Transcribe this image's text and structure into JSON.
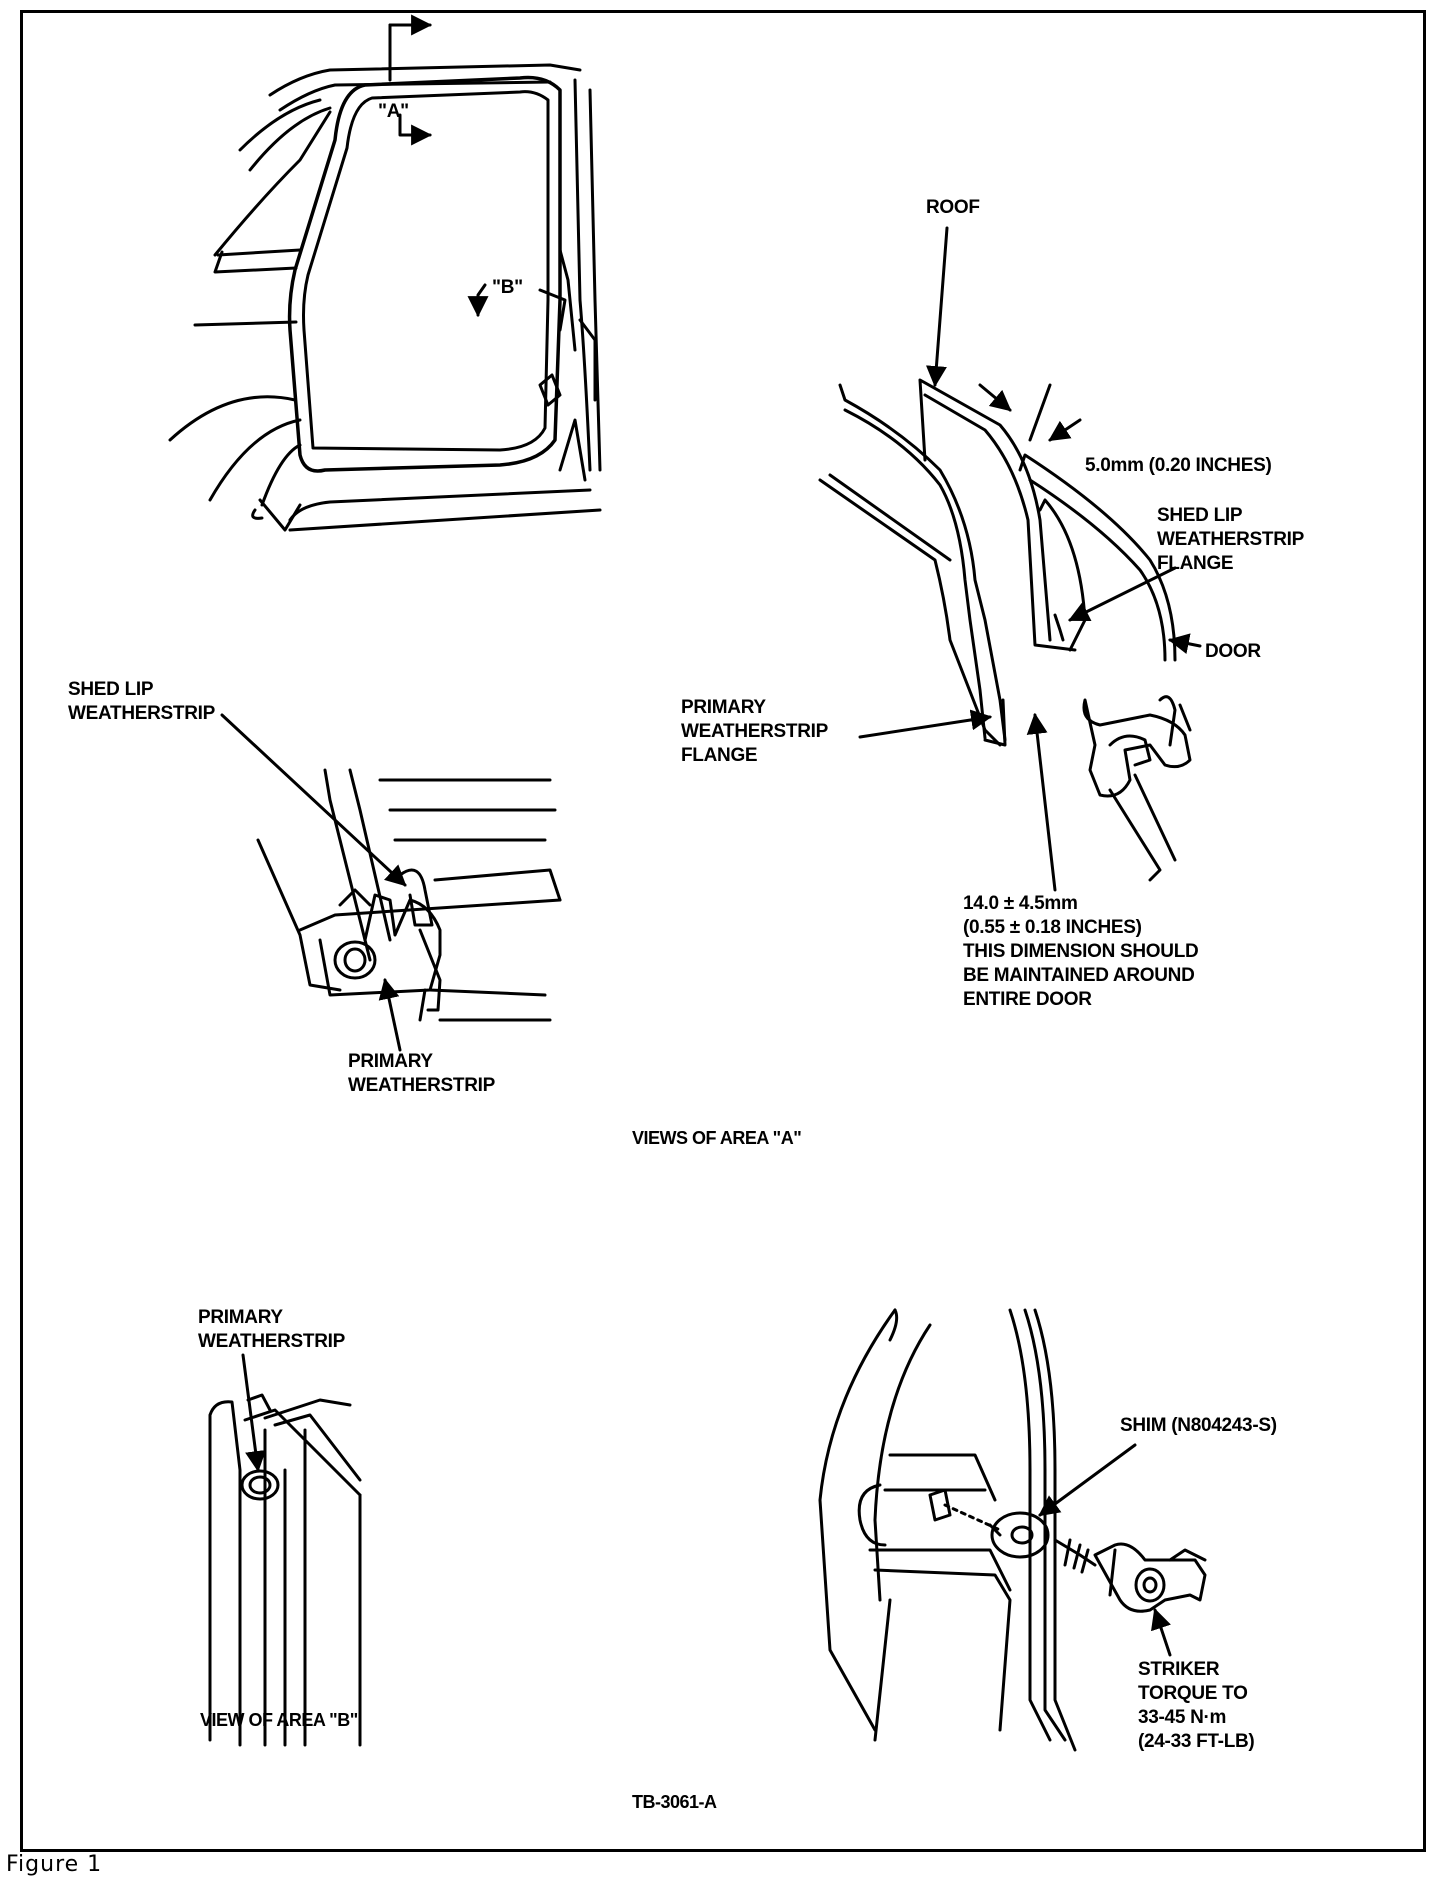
{
  "figure_caption": "Figure 1",
  "figure_code": "TB-3061-A",
  "captions": {
    "views_area_a": "VIEWS OF AREA \"A\"",
    "view_area_b": "VIEW  OF AREA \"B\""
  },
  "markers": {
    "a": "\"A\"",
    "b": "\"B\""
  },
  "labels": {
    "roof": "ROOF",
    "gap": "5.0mm (0.20 INCHES)",
    "shed_lip_flange": [
      "SHED LIP",
      "WEATHERSTRIP",
      "FLANGE"
    ],
    "door": "DOOR",
    "primary_flange": [
      "PRIMARY",
      "WEATHERSTRIP",
      "FLANGE"
    ],
    "dimension_note": [
      "14.0 ± 4.5mm",
      "(0.55 ± 0.18 INCHES)",
      "THIS DIMENSION SHOULD",
      "BE MAINTAINED AROUND",
      "ENTIRE DOOR"
    ],
    "shed_lip_weatherstrip": [
      "SHED LIP",
      "WEATHERSTRIP"
    ],
    "primary_weatherstrip_a": [
      "PRIMARY",
      "WEATHERSTRIP"
    ],
    "primary_weatherstrip_b": [
      "PRIMARY",
      "WEATHERSTRIP"
    ],
    "shim": "SHIM (N804243-S)",
    "striker": [
      "STRIKER",
      "TORQUE TO",
      "33-45 N·m",
      "(24-33 FT-LB)"
    ]
  }
}
